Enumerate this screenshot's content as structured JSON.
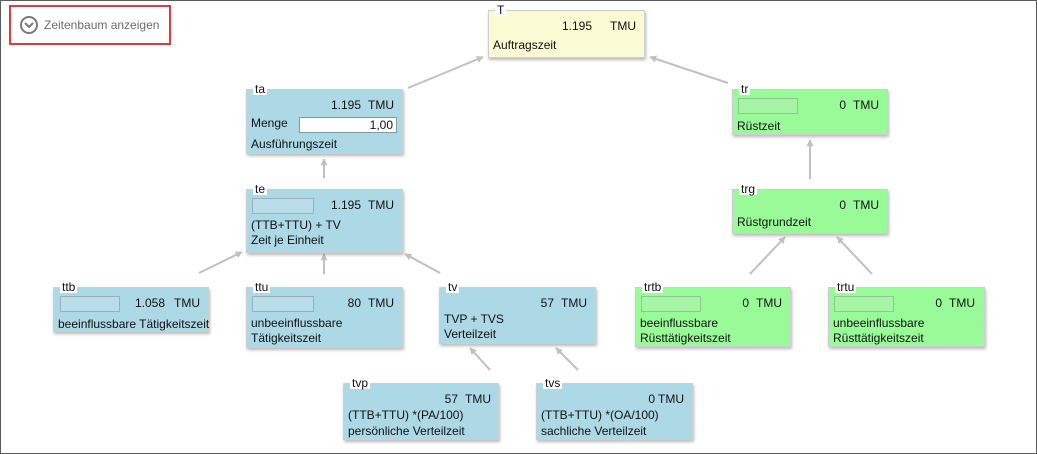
{
  "toggle": {
    "label": "Zeitenbaum anzeigen",
    "icon": "chevron-down-circle-icon"
  },
  "unit": "TMU",
  "nodes": {
    "T": {
      "key": "T",
      "value": "1.195",
      "desc": "Auftragszeit"
    },
    "ta": {
      "key": "ta",
      "value": "1.195",
      "menge_label": "Menge",
      "menge_value": "1,00",
      "desc": "Ausführungszeit"
    },
    "tr": {
      "key": "tr",
      "value": "0",
      "desc": "Rüstzeit"
    },
    "te": {
      "key": "te",
      "value": "1.195",
      "formula": "(TTB+TTU) + TV",
      "desc": "Zeit je Einheit"
    },
    "trg": {
      "key": "trg",
      "value": "0",
      "desc": "Rüstgrundzeit"
    },
    "ttb": {
      "key": "ttb",
      "value": "1.058",
      "desc": "beeinflussbare Tätigkeitszeit"
    },
    "ttu": {
      "key": "ttu",
      "value": "80",
      "desc_line1": "unbeeinflussbare",
      "desc_line2": "Tätigkeitszeit"
    },
    "tv": {
      "key": "tv",
      "value": "57",
      "formula": "TVP + TVS",
      "desc": "Verteilzeit"
    },
    "trtb": {
      "key": "trtb",
      "value": "0",
      "desc_line1": "beeinflussbare",
      "desc_line2": "Rüsttätigkeitszeit"
    },
    "trtu": {
      "key": "trtu",
      "value": "0",
      "desc_line1": "unbeeinflussbare",
      "desc_line2": "Rüsttätigkeitszeit"
    },
    "tvp": {
      "key": "tvp",
      "value": "57",
      "formula": "(TTB+TTU) *(PA/100)",
      "desc": "persönliche Verteilzeit"
    },
    "tvs": {
      "key": "tvs",
      "value": "0",
      "formula": "(TTB+TTU) *(OA/100)",
      "desc": "sachliche Verteilzeit"
    }
  },
  "colors": {
    "blue": "#add8e6",
    "green": "#98fb98",
    "yellow": "#fbfbd3",
    "arrow": "#c0c0c0",
    "highlight": "#e23b3b"
  }
}
